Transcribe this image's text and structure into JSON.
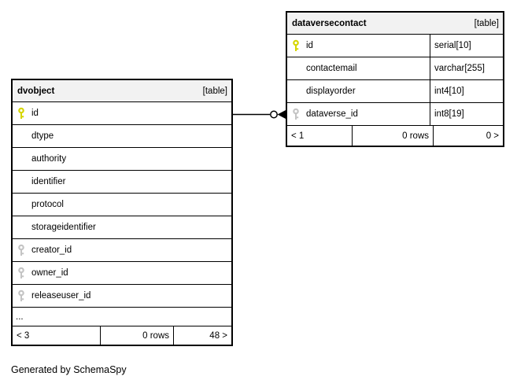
{
  "diagram": {
    "generator_note": "Generated by SchemaSpy",
    "relationship": {
      "from_table": "dvobject",
      "from_column": "id",
      "to_table": "dataversecontact",
      "to_column": "dataverse_id"
    }
  },
  "colors": {
    "primary_key_icon": "#d6d600",
    "foreign_key_icon": "#c4c4c4",
    "header_background": "#f2f2f2",
    "border": "#000000",
    "background": "#ffffff"
  },
  "tables": [
    {
      "name": "dvobject",
      "tag": "[table]",
      "columns": [
        {
          "name": "id",
          "key": "pk"
        },
        {
          "name": "dtype",
          "key": ""
        },
        {
          "name": "authority",
          "key": ""
        },
        {
          "name": "identifier",
          "key": ""
        },
        {
          "name": "protocol",
          "key": ""
        },
        {
          "name": "storageidentifier",
          "key": ""
        },
        {
          "name": "creator_id",
          "key": "fk"
        },
        {
          "name": "owner_id",
          "key": "fk"
        },
        {
          "name": "releaseuser_id",
          "key": "fk"
        }
      ],
      "ellipsis": "...",
      "footer": {
        "prev": "< 3",
        "rows": "0 rows",
        "next": "48 >"
      }
    },
    {
      "name": "dataversecontact",
      "tag": "[table]",
      "columns": [
        {
          "name": "id",
          "key": "pk",
          "type": "serial[10]"
        },
        {
          "name": "contactemail",
          "key": "",
          "type": "varchar[255]"
        },
        {
          "name": "displayorder",
          "key": "",
          "type": "int4[10]"
        },
        {
          "name": "dataverse_id",
          "key": "fk",
          "type": "int8[19]"
        }
      ],
      "footer": {
        "prev": "< 1",
        "rows": "0 rows",
        "next": "0 >"
      }
    }
  ]
}
